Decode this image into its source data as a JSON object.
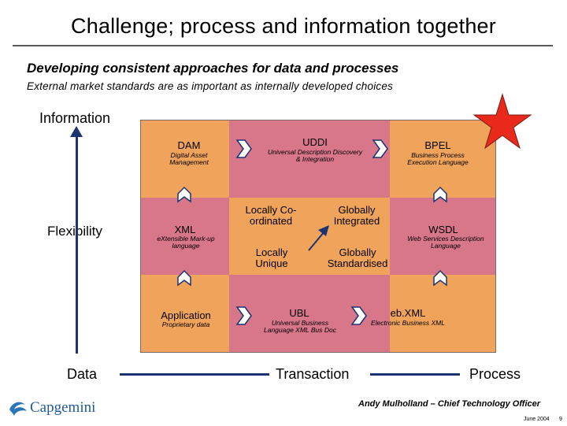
{
  "header": {
    "title": "Challenge; process and information together",
    "subtitle": "Developing consistent approaches for data and processes",
    "subtitle2": "External market standards are as important as internally developed choices"
  },
  "axes": {
    "information": "Information",
    "flexibility": "Flexibility",
    "data": "Data",
    "transaction": "Transaction",
    "process": "Process"
  },
  "grid": {
    "dam": {
      "label": "DAM",
      "desc": "Digital Asset Management"
    },
    "uddi": {
      "label": "UDDI",
      "desc": "Universal Description Discovery & Integration"
    },
    "bpel": {
      "label": "BPEL",
      "desc": "Business Process Execution Language"
    },
    "xml": {
      "label": "XML",
      "desc": "eXtensible Mark-up language"
    },
    "wsdl": {
      "label": "WSDL",
      "desc": "Web Services Description Language"
    },
    "application": {
      "label": "Application",
      "desc": "Proprietary data"
    },
    "ubl": {
      "label": "UBL",
      "desc": "Universal Business Language XML Bus Doc"
    },
    "ebxml": {
      "label": "eb.XML",
      "desc": "Electronic Business XML"
    },
    "locally_coordinated": "Locally Co-ordinated",
    "globally_integrated": "Globally Integrated",
    "locally_unique": "Locally Unique",
    "globally_standardised": "Globally Standardised"
  },
  "colors": {
    "orange": "#f0a35a",
    "pink": "#d8768a",
    "axis": "#1d3370",
    "star": "#e8291c",
    "marker": "#1d3370"
  },
  "footer": {
    "credit": "Andy Mulholland – Chief Technology Officer",
    "date": "June 2004",
    "page": "9",
    "logo_text": "Capgemini"
  }
}
